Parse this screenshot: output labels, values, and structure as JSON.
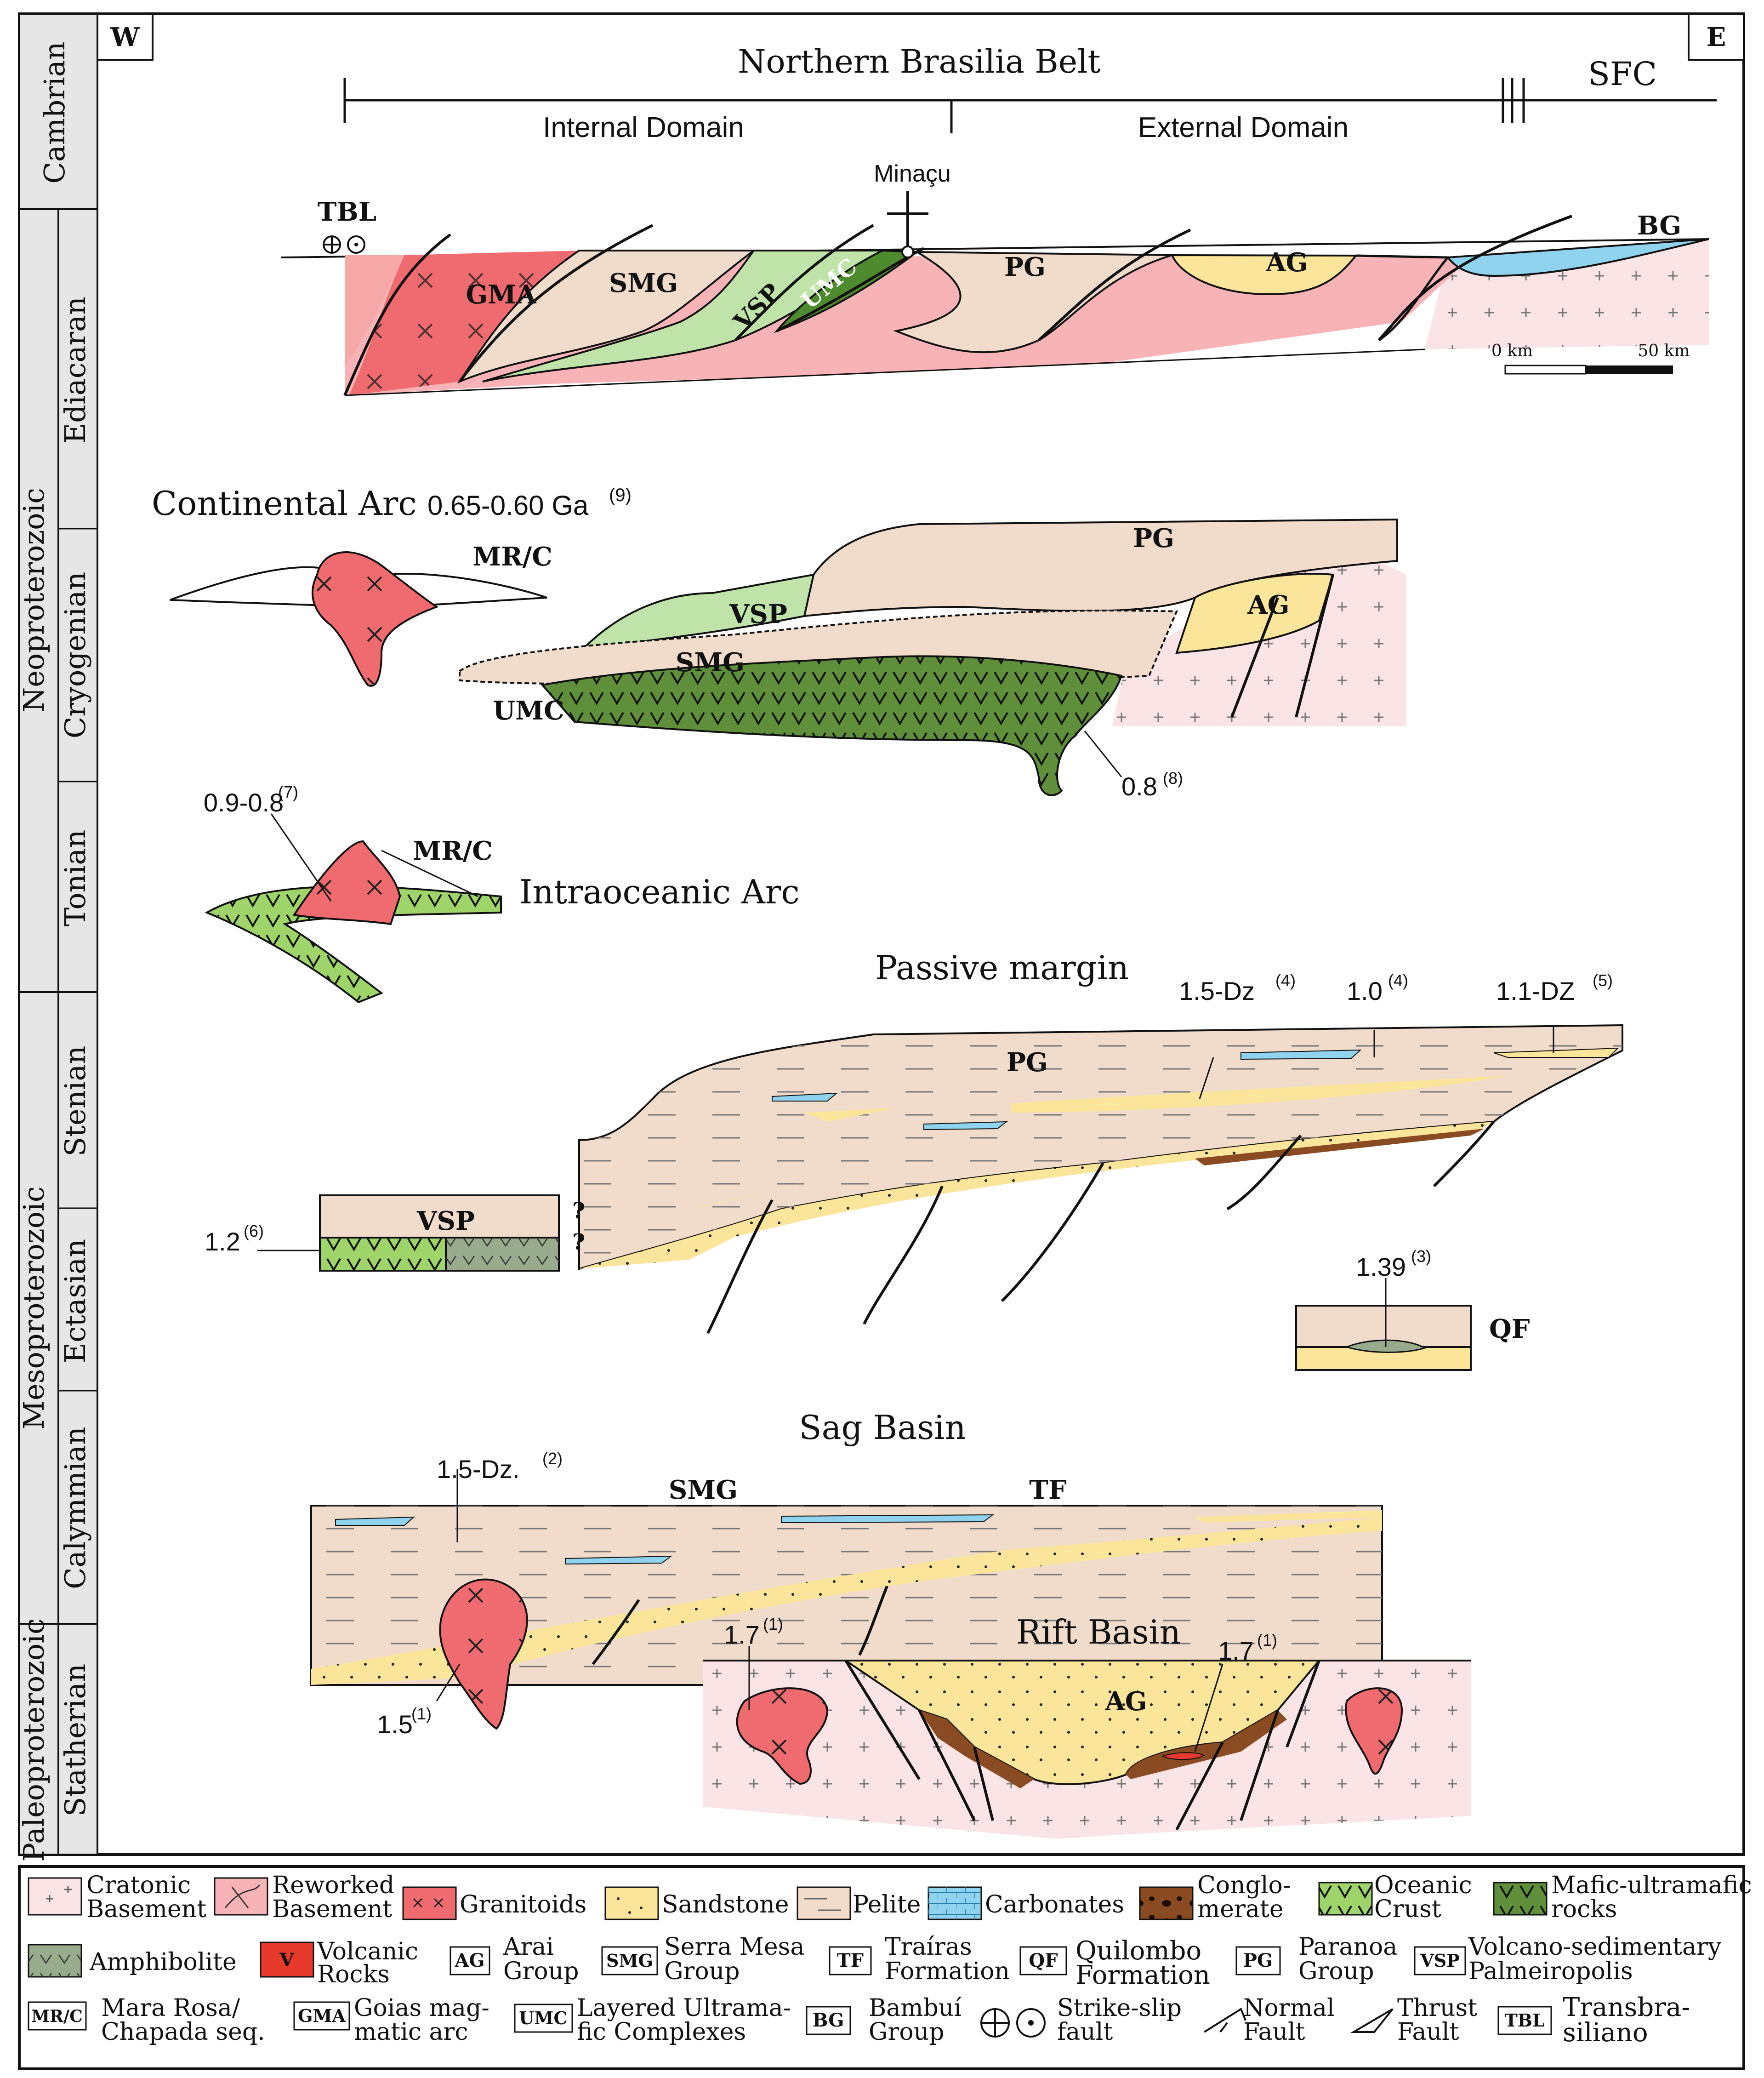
{
  "compass": {
    "west": "W",
    "east": "E"
  },
  "header": {
    "belt": "Northern Brasilia Belt",
    "internal_domain": "Internal Domain",
    "external_domain": "External Domain",
    "craton": "SFC"
  },
  "time_scale": {
    "eras": [
      "Cambrian",
      "Neoproterozoic",
      "Mesoproterozoic",
      "Paleoproterozoic"
    ],
    "periods": [
      "Ediacaran",
      "Cryogenian",
      "Tonian",
      "Stenian",
      "Ectasian",
      "Calymmian",
      "Statherian"
    ]
  },
  "section_top": {
    "town": "Minaçu",
    "tbl": "TBL",
    "units": {
      "gma": "GMA",
      "smg": "SMG",
      "vsp": "VSP",
      "umc": "UMC",
      "pg": "PG",
      "ag": "AG",
      "bg": "BG"
    },
    "scale_start": "0 km",
    "scale_end": "50 km"
  },
  "continental_arc": {
    "title": "Continental Arc",
    "age": "0.65-0.60 Ga",
    "ref": "(9)",
    "mrc": "MR/C",
    "pg": "PG",
    "vsp": "VSP",
    "ag": "AG",
    "smg": "SMG",
    "umc": "UMC",
    "age2": "0.8",
    "ref2": "(8)"
  },
  "intraoceanic_arc": {
    "title": "Intraoceanic Arc",
    "age": "0.9-0.8",
    "ref": "(7)",
    "mrc": "MR/C"
  },
  "passive_margin": {
    "title": "Passive margin",
    "pg": "PG",
    "dz1": "1.5-Dz",
    "dz1_ref": "(4)",
    "age1": "1.0",
    "age1_ref": "(4)",
    "dz2": "1.1-DZ",
    "dz2_ref": "(5)",
    "vsp": "VSP",
    "vsp_age": "1.2",
    "vsp_ref": "(6)",
    "q": "?",
    "qf": "QF",
    "qf_age": "1.39",
    "qf_ref": "(3)"
  },
  "sag_basin": {
    "title": "Sag Basin",
    "dz": "1.5-Dz.",
    "dz_ref": "(2)",
    "smg": "SMG",
    "tf": "TF",
    "granite_age": "1.5",
    "granite_ref": "(1)"
  },
  "rift_basin": {
    "title": "Rift Basin",
    "ag": "AG",
    "age_left": "1.7",
    "ref_left": "(1)",
    "age_right": "1.7",
    "ref_right": "(1)"
  },
  "legend": {
    "row1": [
      {
        "code": "",
        "text1": "Cratonic",
        "text2": "Basement"
      },
      {
        "code": "",
        "text1": "Reworked",
        "text2": "Basement"
      },
      {
        "code": "",
        "text1": "Granitoids",
        "text2": ""
      },
      {
        "code": "",
        "text1": "Sandstone",
        "text2": ""
      },
      {
        "code": "",
        "text1": "Pelite",
        "text2": ""
      },
      {
        "code": "",
        "text1": "Carbonates",
        "text2": ""
      },
      {
        "code": "",
        "text1": "Conglo-",
        "text2": "merate"
      },
      {
        "code": "",
        "text1": "Oceanic",
        "text2": "Crust"
      },
      {
        "code": "",
        "text1": "Mafic-ultramafic",
        "text2": "rocks"
      }
    ],
    "row2": [
      {
        "code": "",
        "text1": "Amphibolite",
        "text2": ""
      },
      {
        "code": "V",
        "text1": "Volcanic",
        "text2": "Rocks"
      },
      {
        "code": "AG",
        "text1": "Arai",
        "text2": "Group"
      },
      {
        "code": "SMG",
        "text1": "Serra Mesa",
        "text2": "Group"
      },
      {
        "code": "TF",
        "text1": "Traíras",
        "text2": "Formation"
      },
      {
        "code": "QF",
        "text1": "Quilombo",
        "text2": "Formation"
      },
      {
        "code": "PG",
        "text1": "Paranoa",
        "text2": "Group"
      },
      {
        "code": "VSP",
        "text1": "Volcano-sedimentary",
        "text2": "Palmeiropolis"
      }
    ],
    "row3": [
      {
        "code": "MR/C",
        "text1": "Mara Rosa/",
        "text2": "Chapada seq."
      },
      {
        "code": "GMA",
        "text1": "Goias mag-",
        "text2": "matic arc"
      },
      {
        "code": "UMC",
        "text1": "Layered Ultrama-",
        "text2": "fic Complexes"
      },
      {
        "code": "BG",
        "text1": "Bambuí",
        "text2": "Group"
      },
      {
        "code": "",
        "text1": "Strike-slip",
        "text2": "fault"
      },
      {
        "code": "",
        "text1": "Normal",
        "text2": "Fault"
      },
      {
        "code": "",
        "text1": "Thrust",
        "text2": "Fault"
      },
      {
        "code": "TBL",
        "text1": "Transbra-",
        "text2": "siliano"
      }
    ]
  },
  "colors": {
    "cratonic": "#fbe4e6",
    "reworked": "#f7b3b5",
    "granitoid": "#f06b6f",
    "sandstone": "#fbe59a",
    "pelite": "#f1dccb",
    "carbonate": "#8fd3ee",
    "conglomerate": "#8a4b22",
    "oceanic": "#9fd46b",
    "mafic": "#5f8f3a",
    "umc_dark": "#4e8a2e",
    "amphibolite": "#98ab8c",
    "volcanic": "#e83a2c",
    "vsp_green": "#bfe3a9",
    "panel": "#e6e6e6"
  }
}
